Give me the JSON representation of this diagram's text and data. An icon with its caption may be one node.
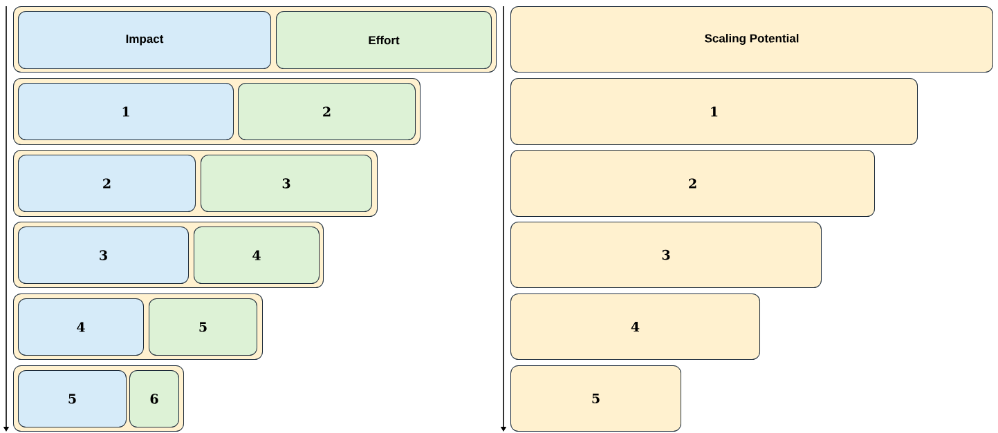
{
  "diagram": {
    "nodes": [
      {
        "text": [],
        "shape": "box"
      },
      {
        "text": [
          "Impact"
        ],
        "in": 0
      },
      {
        "text": [
          "Effort"
        ],
        "in": 0
      },
      {
        "text": [],
        "shape": "box"
      },
      {
        "text": [
          "1"
        ],
        "in": 3
      },
      {
        "text": [
          "2"
        ],
        "in": 3
      },
      {
        "text": [],
        "shape": "box"
      },
      {
        "text": [
          "2"
        ],
        "in": 6
      },
      {
        "text": [
          "3"
        ],
        "in": 6
      },
      {
        "text": [],
        "shape": "box"
      },
      {
        "text": [
          "3"
        ],
        "in": 9
      },
      {
        "text": [
          "4"
        ],
        "in": 9
      },
      {
        "text": [],
        "shape": "box"
      },
      {
        "text": [
          "4"
        ],
        "in": 12
      },
      {
        "text": [
          "5"
        ],
        "in": 12
      },
      {
        "text": [],
        "shape": "box"
      },
      {
        "text": [
          "5"
        ],
        "in": 15
      },
      {
        "text": [
          "6"
        ],
        "in": 15
      },
      {
        "text": [
          "Scaling Potential"
        ]
      },
      {
        "text": [
          "1"
        ]
      },
      {
        "text": [
          "2"
        ]
      },
      {
        "text": [
          "3"
        ]
      },
      {
        "text": [
          "4"
        ]
      },
      {
        "text": [
          "5"
        ]
      }
    ]
  }
}
